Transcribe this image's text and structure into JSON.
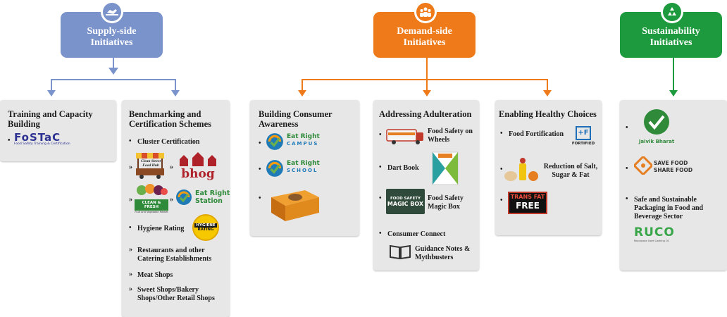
{
  "colors": {
    "supply": "#7b93cb",
    "demand": "#ef7a1a",
    "sustain": "#1e9a3e",
    "panel": "#e7e7e7"
  },
  "supply": {
    "title": "Supply-side Initiatives",
    "icon": "handshake-icon",
    "training": {
      "title": "Training and Capacity Building",
      "fostac": "FoSTaC",
      "fostac_sub": "Food Safety Training & Certification"
    },
    "bench": {
      "title": "Benchmarking and Certification Schemes",
      "cluster": "Cluster Certification",
      "csfh": "Clean Street Food Hub",
      "bhog": "bhog",
      "clean_fresh": "CLEAN & FRESH",
      "clean_fresh_sub": "Fruit and Vegetable Market",
      "station_l1": "Eat Right",
      "station_l2": "Station",
      "hygiene": "Hygiene Rating",
      "hygiene_badge_l1": "HYGIENE",
      "hygiene_badge_l2": "RATING",
      "restaurants": "Restaurants and other Catering Establishments",
      "meat": "Meat Shops",
      "sweet": "Sweet Shops/Bakery Shops/Other Retail Shops"
    }
  },
  "demand": {
    "title": "Demand-side Initiatives",
    "icon": "people-icon",
    "awareness": {
      "title": "Building Consumer Awareness",
      "campus_l1": "Eat Right",
      "campus_l2": "CAMPUS",
      "school_l1": "Eat Right",
      "school_l2": "SCHOOL"
    },
    "adulteration": {
      "title": "Addressing Adulteration",
      "fsw": "Food Safety on Wheels",
      "dart": "Dart Book",
      "magic": "Food Safety Magic Box",
      "magic_img_l1": "FOOD SAFETY",
      "magic_img_l2": "MAGIC BOX",
      "connect": "Consumer Connect",
      "guidance": "Guidance Notes & Mythbusters"
    },
    "healthy": {
      "title": "Enabling Healthy Choices",
      "fortification": "Food Fortification",
      "fortified": "FORTIFIED",
      "fplus": "+F",
      "reduction": "Reduction of Salt, Sugar & Fat",
      "transfat_l1": "TRANS FAT",
      "transfat_l2": "FREE"
    }
  },
  "sustain": {
    "title": "Sustainability Initiatives",
    "icon": "recycle-icon",
    "jaivik": "Jaivik Bharat",
    "savefood_l1": "SAVE FOOD",
    "savefood_l2": "SHARE FOOD",
    "packaging": "Safe and Sustainable Packaging in Food and Beverage Sector",
    "ruco": "RUCO",
    "ruco_sub": "Repurpose Used Cooking Oil"
  }
}
